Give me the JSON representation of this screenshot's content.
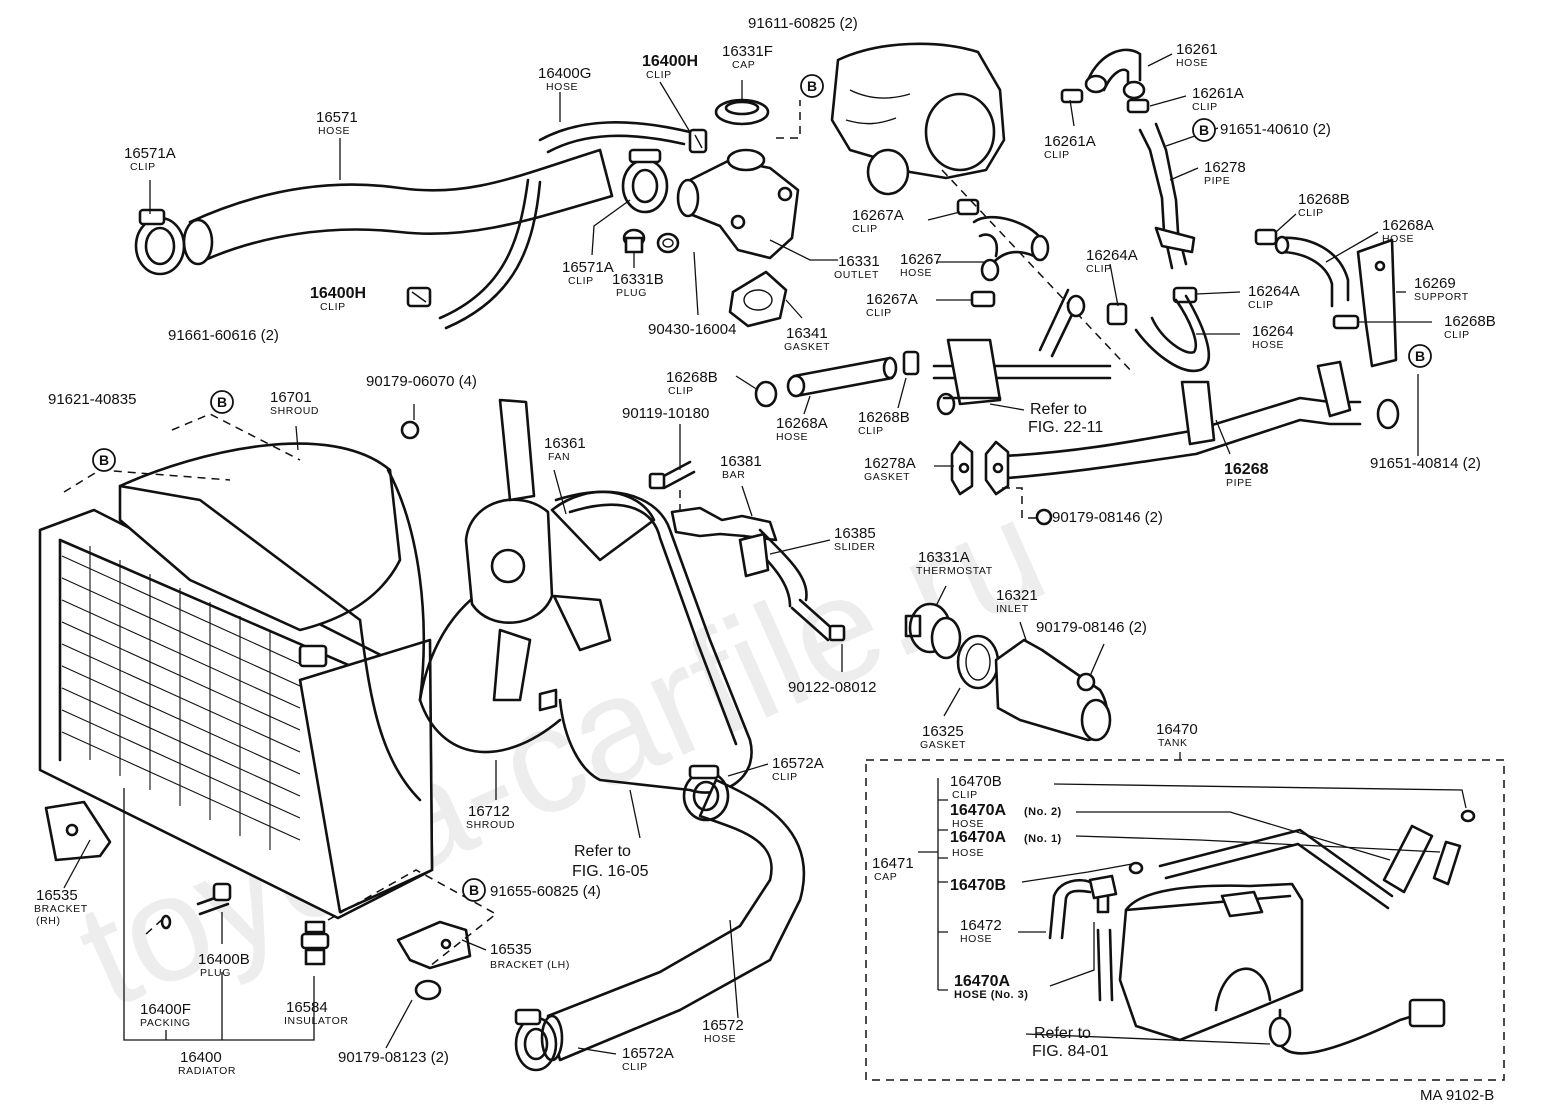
{
  "watermark": "toyota-carfile.ru",
  "footer_code": "MA 9102-B",
  "labels": {
    "p_91611_60825": "91611-60825 (2)",
    "p_16400g": "16400G",
    "p_16400g_sub": "HOSE",
    "p_16400h_top": "16400H",
    "p_16400h_top_sub": "CLIP",
    "p_16331f": "16331F",
    "p_16331f_sub": "CAP",
    "p_16571": "16571",
    "p_16571_sub": "HOSE",
    "p_16571a_l": "16571A",
    "p_16571a_l_sub": "CLIP",
    "p_16571a_r": "16571A",
    "p_16571a_r_sub": "CLIP",
    "p_16400h_mid": "16400H",
    "p_16400h_mid_sub": "CLIP",
    "p_16331b": "16331B",
    "p_16331b_sub": "PLUG",
    "p_90430": "90430-16004",
    "p_16331": "16331",
    "p_16331_sub": "OUTLET",
    "p_16341": "16341",
    "p_16341_sub": "GASKET",
    "p_16261": "16261",
    "p_16261_sub": "HOSE",
    "p_16261a_r": "16261A",
    "p_16261a_r_sub": "CLIP",
    "p_16261a_l": "16261A",
    "p_16261a_l_sub": "CLIP",
    "p_91651_40610": "91651-40610 (2)",
    "p_16278": "16278",
    "p_16278_sub": "PIPE",
    "p_16267a_top": "16267A",
    "p_16267a_top_sub": "CLIP",
    "p_16267": "16267",
    "p_16267_sub": "HOSE",
    "p_16267a_bot": "16267A",
    "p_16267a_bot_sub": "CLIP",
    "p_16264a_l": "16264A",
    "p_16264a_l_sub": "CLIP",
    "p_16264a_r": "16264A",
    "p_16264a_r_sub": "CLIP",
    "p_16264": "16264",
    "p_16264_sub": "HOSE",
    "p_16268b_top": "16268B",
    "p_16268b_top_sub": "CLIP",
    "p_16268a_top": "16268A",
    "p_16268a_top_sub": "HOSE",
    "p_16269": "16269",
    "p_16269_sub": "SUPPORT",
    "p_16268b_r": "16268B",
    "p_16268b_r_sub": "CLIP",
    "p_91651_40814": "91651-40814 (2)",
    "p_16268": "16268",
    "p_16268_sub": "PIPE",
    "p_16278a": "16278A",
    "p_16278a_sub": "GASKET",
    "p_90179_08146_a": "90179-08146 (2)",
    "p_91661_60616": "91661-60616 (2)",
    "p_91621_40835": "91621-40835",
    "p_16701": "16701",
    "p_16701_sub": "SHROUD",
    "p_90179_06070": "90179-06070 (4)",
    "p_16268b_mid": "16268B",
    "p_16268b_mid_sub": "CLIP",
    "p_16268a_mid": "16268A",
    "p_16268a_mid_sub": "HOSE",
    "p_16268b_low": "16268B",
    "p_16268b_low_sub": "CLIP",
    "p_90119": "90119-10180",
    "p_16361": "16361",
    "p_16361_sub": "FAN",
    "p_16381": "16381",
    "p_16381_sub": "BAR",
    "p_16385": "16385",
    "p_16385_sub": "SLIDER",
    "p_90122": "90122-08012",
    "p_16331a": "16331A",
    "p_16331a_sub": "THERMOSTAT",
    "p_16321": "16321",
    "p_16321_sub": "INLET",
    "p_90179_08146_b": "90179-08146 (2)",
    "p_16325": "16325",
    "p_16325_sub": "GASKET",
    "p_16470": "16470",
    "p_16470_sub": "TANK",
    "p_16470b_top": "16470B",
    "p_16470b_top_sub": "CLIP",
    "p_16470a_no2": "16470A",
    "p_16470a_no2_tag": "(No. 2)",
    "p_16470a_no2_sub": "HOSE",
    "p_16470a_no1": "16470A",
    "p_16470a_no1_tag": "(No. 1)",
    "p_16470a_no1_sub": "HOSE",
    "p_16471": "16471",
    "p_16471_sub": "CAP",
    "p_16470b_mid": "16470B",
    "p_16472": "16472",
    "p_16472_sub": "HOSE",
    "p_16470a_no3": "16470A",
    "p_16470a_no3_sub": "HOSE (No. 3)",
    "p_16712": "16712",
    "p_16712_sub": "SHROUD",
    "p_16572a_top": "16572A",
    "p_16572a_top_sub": "CLIP",
    "p_16572": "16572",
    "p_16572_sub": "HOSE",
    "p_16572a_bot": "16572A",
    "p_16572a_bot_sub": "CLIP",
    "p_16535_rh": "16535",
    "p_16535_rh_sub1": "BRACKET",
    "p_16535_rh_sub2": "(RH)",
    "p_91655": "91655-60825 (4)",
    "p_16535_lh": "16535",
    "p_16535_lh_sub": "BRACKET (LH)",
    "p_16400b": "16400B",
    "p_16400b_sub": "PLUG",
    "p_16400f": "16400F",
    "p_16400f_sub": "PACKING",
    "p_16584": "16584",
    "p_16584_sub": "INSULATOR",
    "p_90179_08123": "90179-08123 (2)",
    "p_16400": "16400",
    "p_16400_sub": "RADIATOR"
  },
  "references": {
    "fig_22_11_a": "Refer to",
    "fig_22_11_b": "FIG. 22-11",
    "fig_16_05_a": "Refer to",
    "fig_16_05_b": "FIG. 16-05",
    "fig_84_01_a": "Refer to",
    "fig_84_01_b": "FIG. 84-01"
  },
  "bolt_marker": "B"
}
